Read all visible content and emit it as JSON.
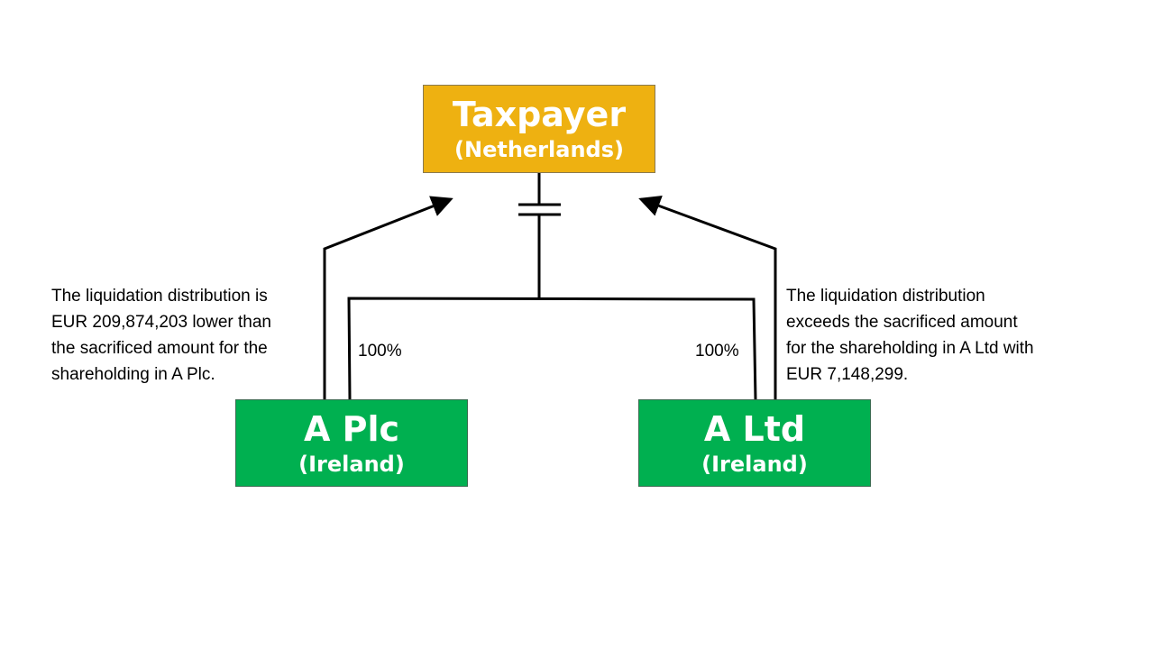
{
  "taxpayer": {
    "title": "Taxpayer",
    "subtitle": "(Netherlands)",
    "color": "#EEB111"
  },
  "a_plc": {
    "title": "A Plc",
    "subtitle": "(Ireland)",
    "color": "#00B050",
    "ownership": "100%"
  },
  "a_ltd": {
    "title": "A Ltd",
    "subtitle": "(Ireland)",
    "color": "#00B050",
    "ownership": "100%"
  },
  "left_note": [
    "The liquidation distribution is",
    "EUR 209,874,203  lower than",
    "the sacrificed amount for the",
    "shareholding in A Plc."
  ],
  "right_note": [
    "The liquidation distribution",
    "exceeds the sacrificed amount",
    "for the shareholding in A Ltd with",
    "EUR 7,148,299."
  ]
}
